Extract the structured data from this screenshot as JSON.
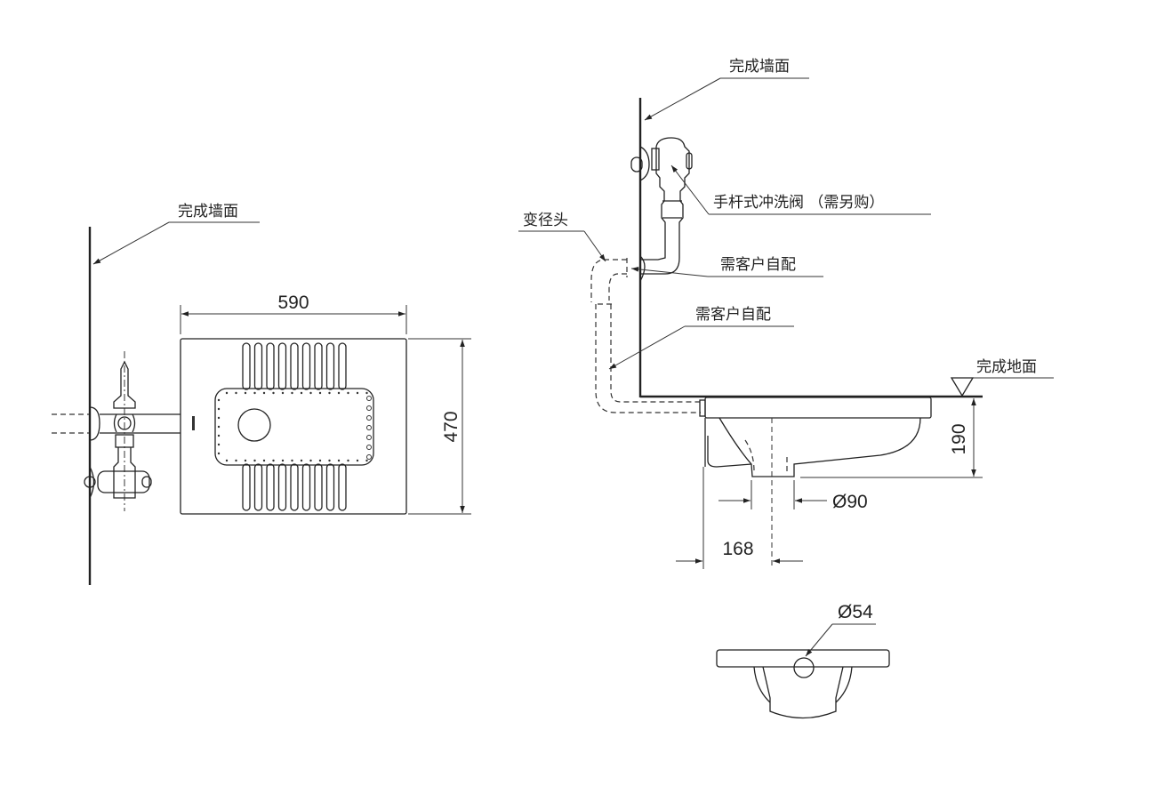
{
  "plan_view": {
    "wall_label": "完成墙面",
    "width_dim": "590",
    "depth_dim": "470"
  },
  "side_view": {
    "wall_label": "完成墙面",
    "valve_label": "手杆式冲洗阀 （需另购）",
    "reducer_label": "变径头",
    "customer_supplied_1": "需客户自配",
    "customer_supplied_2": "需客户自配",
    "floor_label": "完成地面",
    "height_dim": "190",
    "outlet_diameter": "Ø90",
    "outlet_offset": "168"
  },
  "end_view": {
    "inlet_diameter": "Ø54"
  }
}
